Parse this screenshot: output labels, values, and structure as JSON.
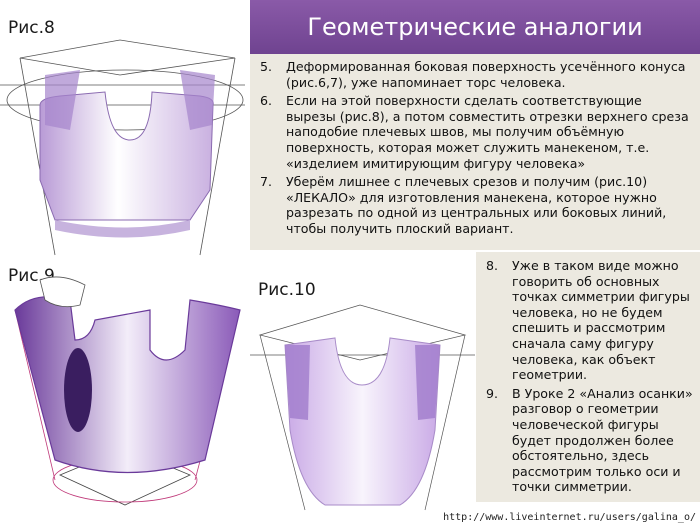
{
  "title": "Геометрические аналогии",
  "figures": {
    "fig8_label": "Рис.8",
    "fig9_label": "Рис.9",
    "fig10_label": "Рис.10"
  },
  "list_top": [
    {
      "num": "5.",
      "text": "Деформированная боковая поверхность усечённого конуса (рис.6,7), уже напоминает торс человека."
    },
    {
      "num": "6.",
      "text": "Если на этой поверхности сделать соответствующие вырезы (рис.8), а потом совместить отрезки верхнего среза наподобие плечевых швов, мы получим объёмную поверхность, которая может служить манекеном, т.е. «изделием имитирующим фигуру человека»"
    },
    {
      "num": "7.",
      "text": "Уберём лишнее с плечевых срезов и получим (рис.10) «ЛЕКАЛО» для изготовления манекена, которое нужно разрезать по одной из центральных или боковых линий, чтобы получить плоский вариант."
    }
  ],
  "list_bottom": [
    {
      "num": "8.",
      "text": "Уже в таком виде можно говорить об основных точках симметрии фигуры человека, но не будем спешить и рассмотрим сначала саму фигуру человека, как объект геометрии."
    },
    {
      "num": "9.",
      "text": "В Уроке 2 «Анализ осанки» разговор о геометрии человеческой фигуры будет продолжен более обстоятельно, здесь рассмотрим только оси и точки симметрии."
    }
  ],
  "watermark": "http://www.liveinternet.ru/users/galina_o/",
  "colors": {
    "title_bg": "#7a4d9c",
    "panel_bg": "#ece9e0",
    "shape_light": "#e6daf2",
    "shape_dark": "#6a3a9a"
  }
}
